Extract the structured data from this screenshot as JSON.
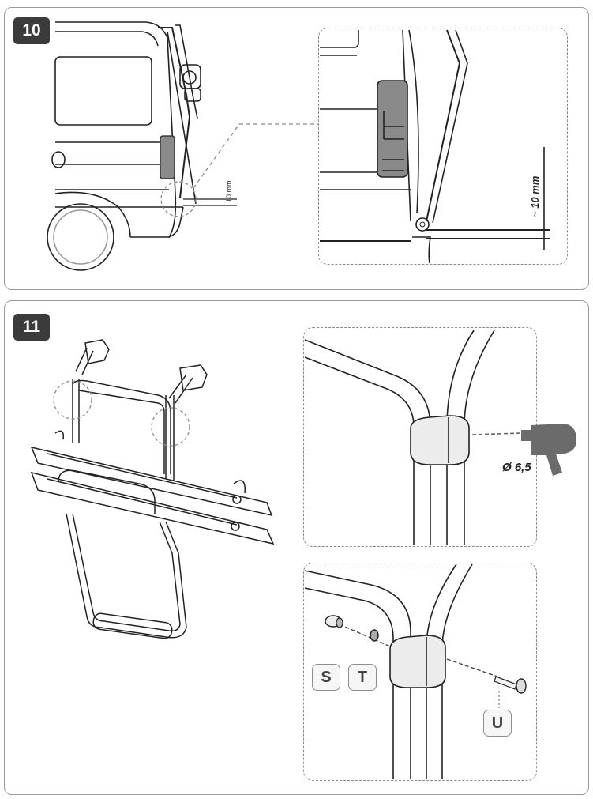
{
  "steps": {
    "step10": {
      "number": "10",
      "small_dimension": "10 mm",
      "large_dimension": "~ 10 mm"
    },
    "step11": {
      "number": "11",
      "drill_size": "Ø 6,5",
      "parts": {
        "s": "S",
        "t": "T",
        "u": "U"
      }
    }
  },
  "colors": {
    "badge": "#3b3b3b",
    "drill": "#6b6b6b",
    "light_fill": "#9a9a9a",
    "line": "#222222",
    "dash": "#8a8a8a"
  }
}
